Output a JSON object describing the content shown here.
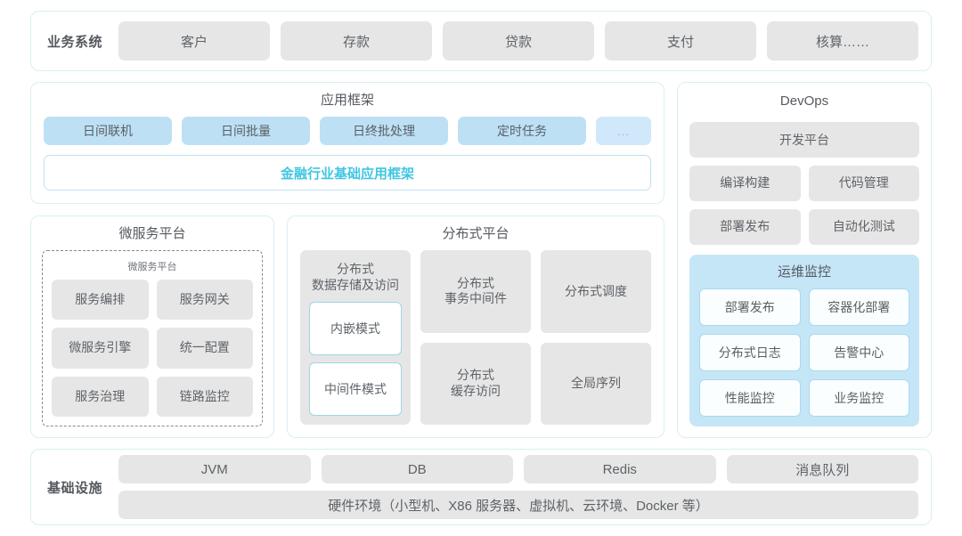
{
  "business_row": {
    "label": "业务系统",
    "items": [
      "客户",
      "存款",
      "贷款",
      "支付",
      "核算……"
    ]
  },
  "app_framework": {
    "title": "应用框架",
    "pills": [
      "日间联机",
      "日间批量",
      "日终批处理",
      "定时任务"
    ],
    "ellipsis": "...",
    "banner": "金融行业基础应用框架",
    "banner_color": "#3fc6e2"
  },
  "micro_platform": {
    "title": "微服务平台",
    "inner_title": "微服务平台",
    "cells": [
      "服务编排",
      "服务网关",
      "微服务引擎",
      "统一配置",
      "服务治理",
      "链路监控"
    ]
  },
  "dist_platform": {
    "title": "分布式平台",
    "col1": {
      "title": "分布式\n数据存储及访问",
      "title_line1": "分布式",
      "title_line2": "数据存储及访问",
      "modes": [
        "内嵌模式",
        "中间件模式"
      ]
    },
    "cells": [
      {
        "line1": "分布式",
        "line2": "事务中间件"
      },
      {
        "line1": "分布式调度",
        "line2": ""
      },
      {
        "line1": "分布式",
        "line2": "缓存访问"
      },
      {
        "line1": "全局序列",
        "line2": ""
      }
    ]
  },
  "devops": {
    "title": "DevOps",
    "full_width_item": "开发平台",
    "pairs": [
      "编译构建",
      "代码管理",
      "部署发布",
      "自动化测试"
    ],
    "ops": {
      "title": "运维监控",
      "cells": [
        "部署发布",
        "容器化部署",
        "分布式日志",
        "告警中心",
        "性能监控",
        "业务监控"
      ]
    }
  },
  "infrastructure": {
    "label": "基础设施",
    "items": [
      "JVM",
      "DB",
      "Redis",
      "消息队列"
    ],
    "hardware": "硬件环境（小型机、X86 服务器、虚拟机、云环境、Docker 等）"
  },
  "theme": {
    "panel_border": "#dbeef3",
    "gray_fill": "#e6e6e6",
    "blue_fill": "#bde0f5",
    "ops_fill": "#c5e6f7",
    "text": "#5e6368"
  }
}
